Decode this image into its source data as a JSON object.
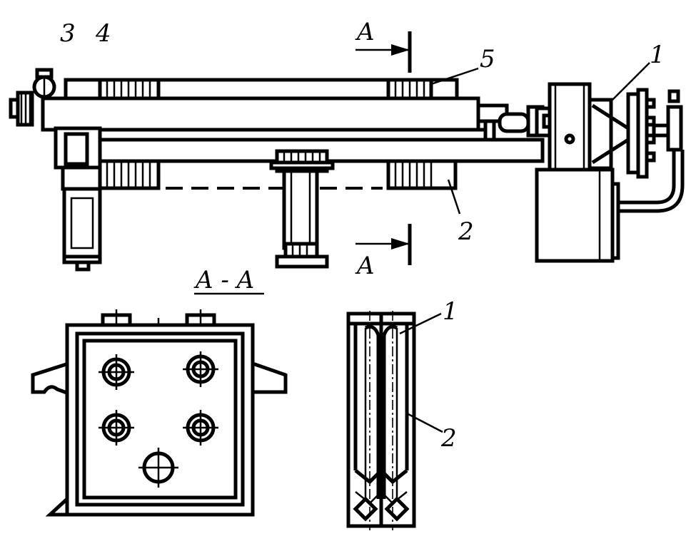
{
  "labels": {
    "section_arrow_top": "A",
    "section_arrow_bottom": "A",
    "section_title": "A - A",
    "callout_1": "1",
    "callout_2": "2",
    "callout_3": "3",
    "callout_4": "4",
    "callout_5": "5",
    "detail_callout_1": "1",
    "detail_callout_2": "2"
  },
  "icons": {
    "main_view": "filter-press-side-view",
    "section_view": "filter-plate-section",
    "detail_view": "filter-cloth-detail"
  }
}
